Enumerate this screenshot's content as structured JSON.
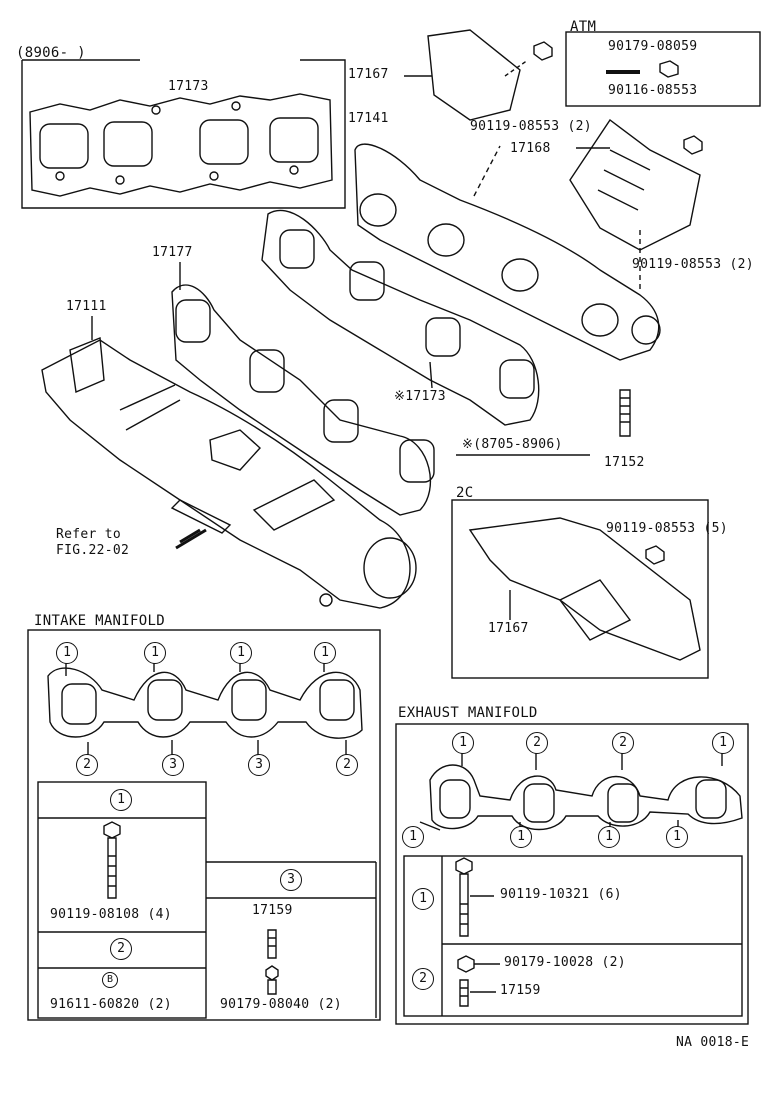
{
  "labels": {
    "bracket_8906": "(8906-       )",
    "p17173_top": "17173",
    "p17167_top": "17167",
    "p17141": "17141",
    "atm": "ATM",
    "atm_p1": "90179-08059",
    "atm_p2": "90116-08553",
    "p90119_08553_2a": "90119-08553 (2)",
    "p17168": "17168",
    "p90119_08553_2b": "90119-08553 (2)",
    "p17177": "17177",
    "p17111": "17111",
    "p17173_mid": "※17173",
    "range_8705": "※(8705-8906)",
    "p17152": "17152",
    "refer": "Refer to",
    "fig": "FIG.22-02",
    "label_2c": "2C",
    "p90119_08553_5": "90119-08553 (5)",
    "p17167_2c": "17167",
    "footer_code": "NA 0018-E"
  },
  "intake": {
    "title": "INTAKE MANIFOLD",
    "top_nums": [
      "1",
      "1",
      "1",
      "1"
    ],
    "bottom_nums": [
      "2",
      "3",
      "3",
      "2"
    ],
    "sec1_num": "1",
    "sec1_part": "90119-08108 (4)",
    "sec2_num": "2",
    "sec2_mark": "B",
    "sec2_part": "91611-60820 (2)",
    "sec3_num": "3",
    "sec3_stud": "17159",
    "sec3_part": "90179-08040 (2)"
  },
  "exhaust": {
    "title": "EXHAUST MANIFOLD",
    "top_nums": [
      "1",
      "2",
      "2",
      "1"
    ],
    "bottom_nums": [
      "1",
      "1",
      "1",
      "1"
    ],
    "row1_num": "1",
    "row1_part": "90119-10321 (6)",
    "row2_num": "2",
    "row2_part": "90179-10028 (2)",
    "row2_stud": "17159"
  }
}
